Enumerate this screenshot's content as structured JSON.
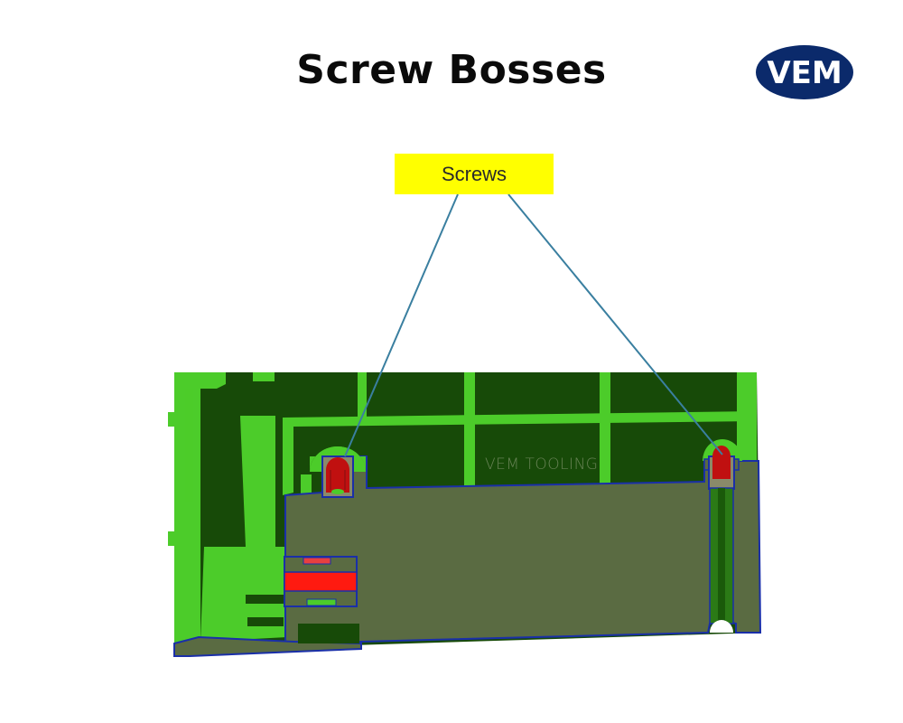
{
  "header": {
    "title": "Screw Bosses",
    "logo_text": "VEM",
    "logo_color": "#0b2a6b"
  },
  "callout": {
    "label": "Screws",
    "background": "#ffff00",
    "leader_color": "#3a7fa0",
    "targets": [
      "left-screw-boss",
      "right-screw-boss"
    ]
  },
  "diagram": {
    "description": "Cross-section of molded part showing two screw bosses with inserted screws",
    "watermark": "VEM TOOLING",
    "colors": {
      "rib_light_green": "#4ccc2a",
      "cavity_dark_green": "#174a08",
      "section_olive": "#5a6b42",
      "outline_blue": "#1a2fa8",
      "screw_red": "#e01010"
    }
  }
}
